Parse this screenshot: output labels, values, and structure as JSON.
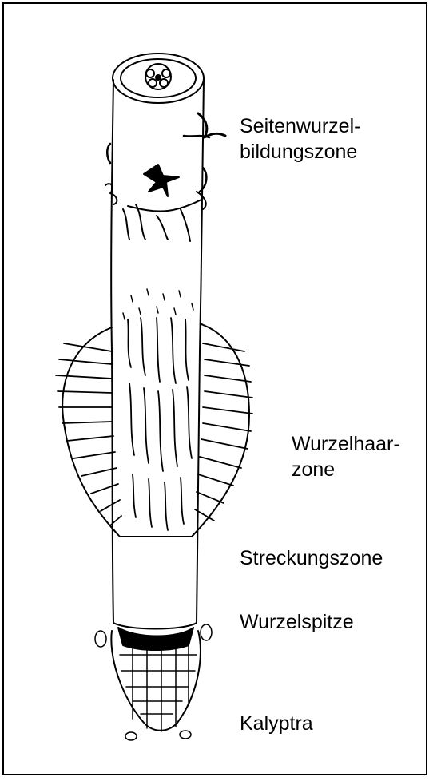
{
  "labels": {
    "lateral_root_zone": [
      "Seitenwurzel-",
      "bildungszone"
    ],
    "root_hair_zone": [
      "Wurzelhaar-",
      "zone"
    ],
    "elongation_zone": "Streckungszone",
    "root_tip": "Wurzelspitze",
    "root_cap": "Kalyptra"
  },
  "colors": {
    "ink": "#000000",
    "paper": "#ffffff"
  }
}
